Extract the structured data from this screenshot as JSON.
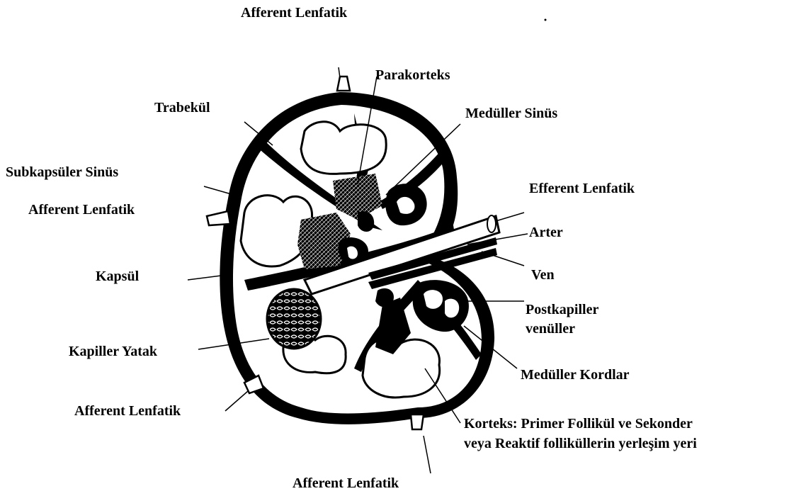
{
  "labels": {
    "afferent_top": "Afferent Lenfatik",
    "parakorteks": "Parakorteks",
    "trabekul": "Trabekül",
    "meduller_sinus": "Medüller Sinüs",
    "subkapsuler_sinus": "Subkapsüler Sinüs",
    "efferent": "Efferent Lenfatik",
    "afferent_left": "Afferent Lenfatik",
    "arter": "Arter",
    "kapsul": "Kapsül",
    "ven": "Ven",
    "postkapiller_1": "Postkapiller",
    "postkapiller_2": "venüller",
    "kapiller_yatak": "Kapiller Yatak",
    "meduller_kordlar": "Medüller Kordlar",
    "afferent_bottom_left": "Afferent Lenfatik",
    "korteks_1": "Korteks: Primer Follikül ve Sekonder",
    "korteks_2": "veya Reaktif folliküllerin yerleşim yeri",
    "afferent_bottom": "Afferent Lenfatik"
  },
  "colors": {
    "ink": "#000000",
    "paper": "#ffffff"
  }
}
